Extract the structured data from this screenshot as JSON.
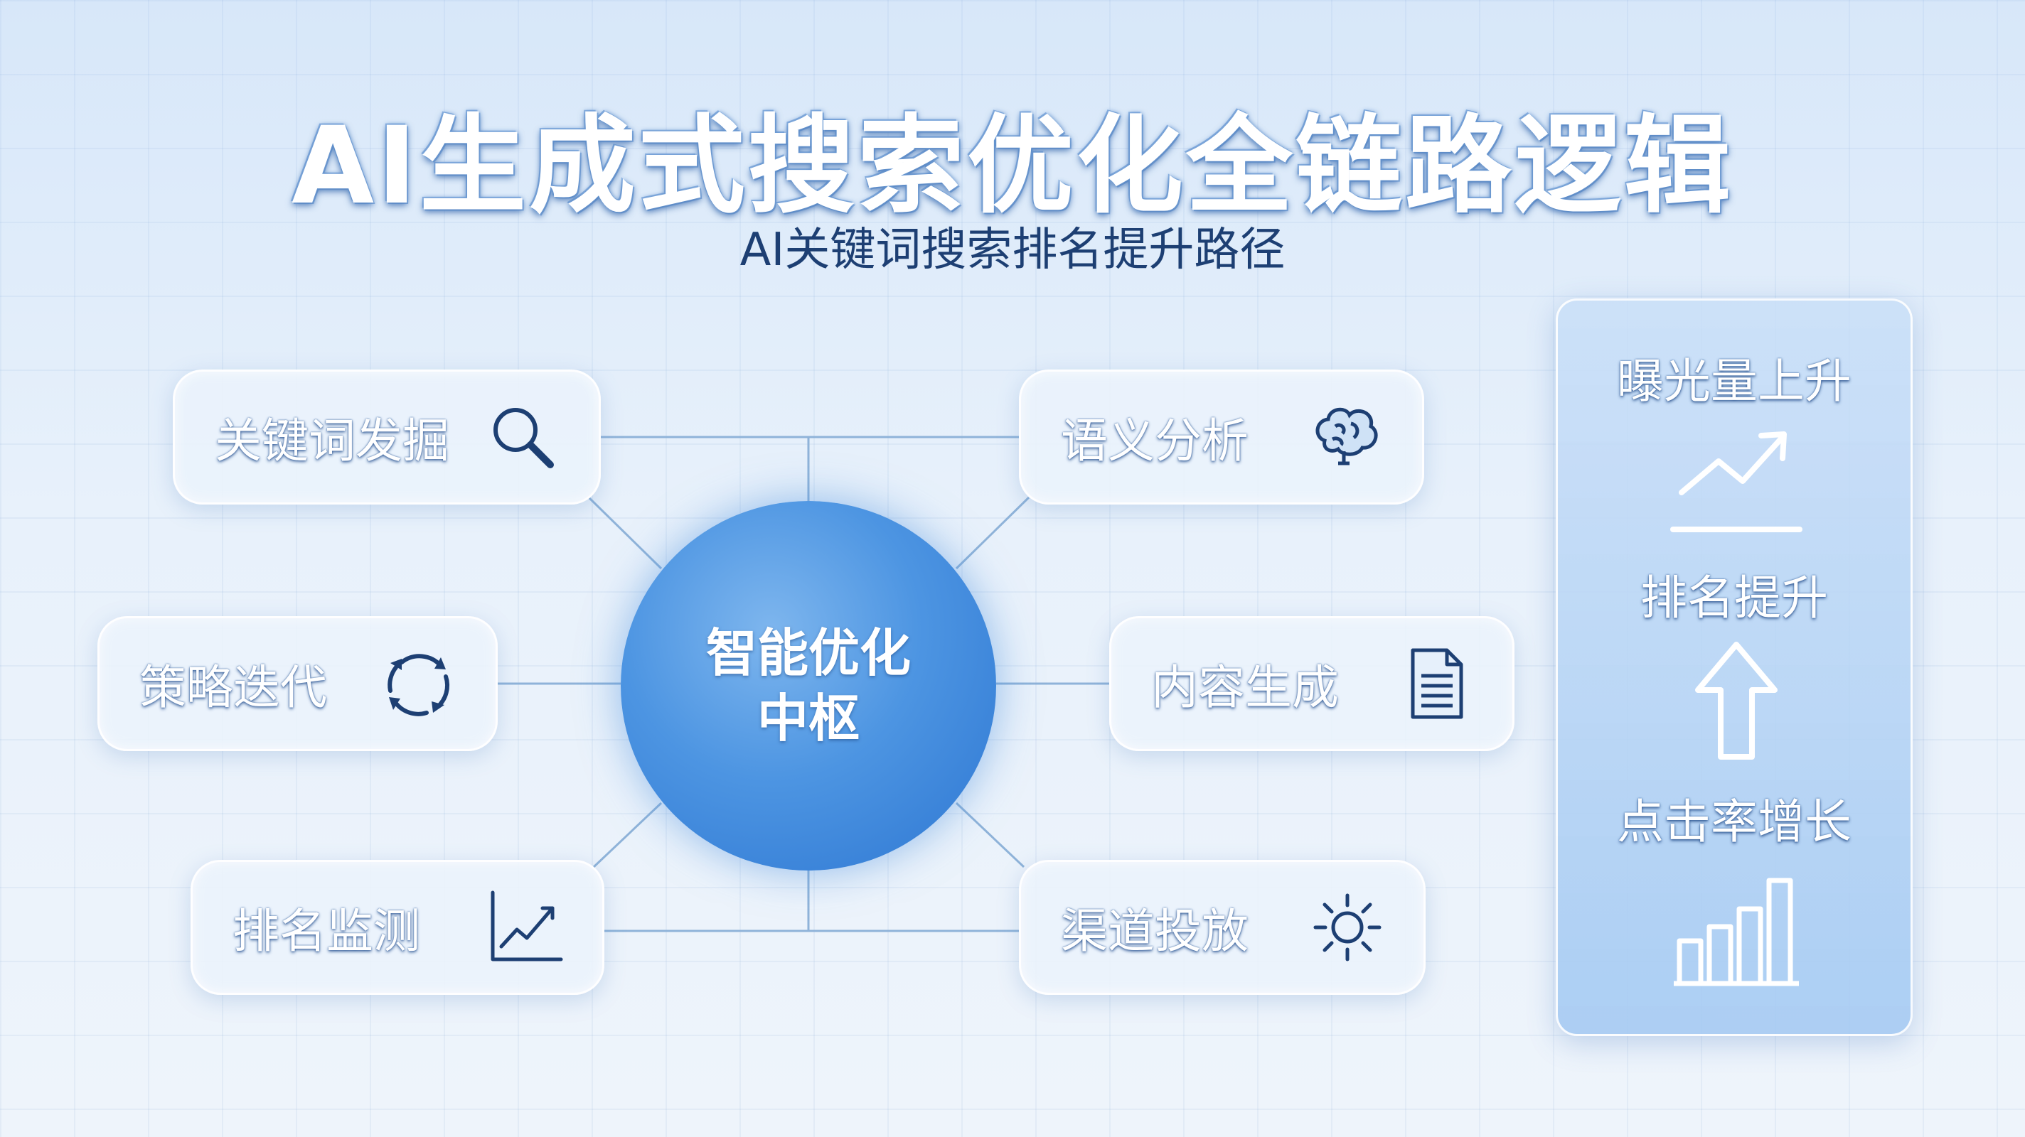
{
  "title": "AI生成式搜索优化全链路逻辑",
  "subtitle": "AI关键词搜索排名提升路径",
  "hub": {
    "line1": "智能优化",
    "line2": "中枢"
  },
  "nodes": {
    "keyword_discovery": {
      "label": "关键词发掘",
      "icon": "search-icon"
    },
    "semantic_analysis": {
      "label": "语义分析",
      "icon": "brain-icon"
    },
    "strategy_iteration": {
      "label": "策略迭代",
      "icon": "cycle-icon"
    },
    "content_generation": {
      "label": "内容生成",
      "icon": "document-icon"
    },
    "ranking_monitoring": {
      "label": "排名监测",
      "icon": "line-chart-icon"
    },
    "channel_delivery": {
      "label": "渠道投放",
      "icon": "sun-icon"
    }
  },
  "outcomes": {
    "exposure": {
      "label": "曝光量上升",
      "icon": "trend-up-icon"
    },
    "ranking": {
      "label": "排名提升",
      "icon": "arrow-up-icon"
    },
    "ctr": {
      "label": "点击率增长",
      "icon": "bar-chart-icon"
    }
  },
  "colors": {
    "hub": "#3f88dc",
    "line": "#8fb3d9",
    "icon": "#1d3f73",
    "panel": "#a9cdf3"
  }
}
